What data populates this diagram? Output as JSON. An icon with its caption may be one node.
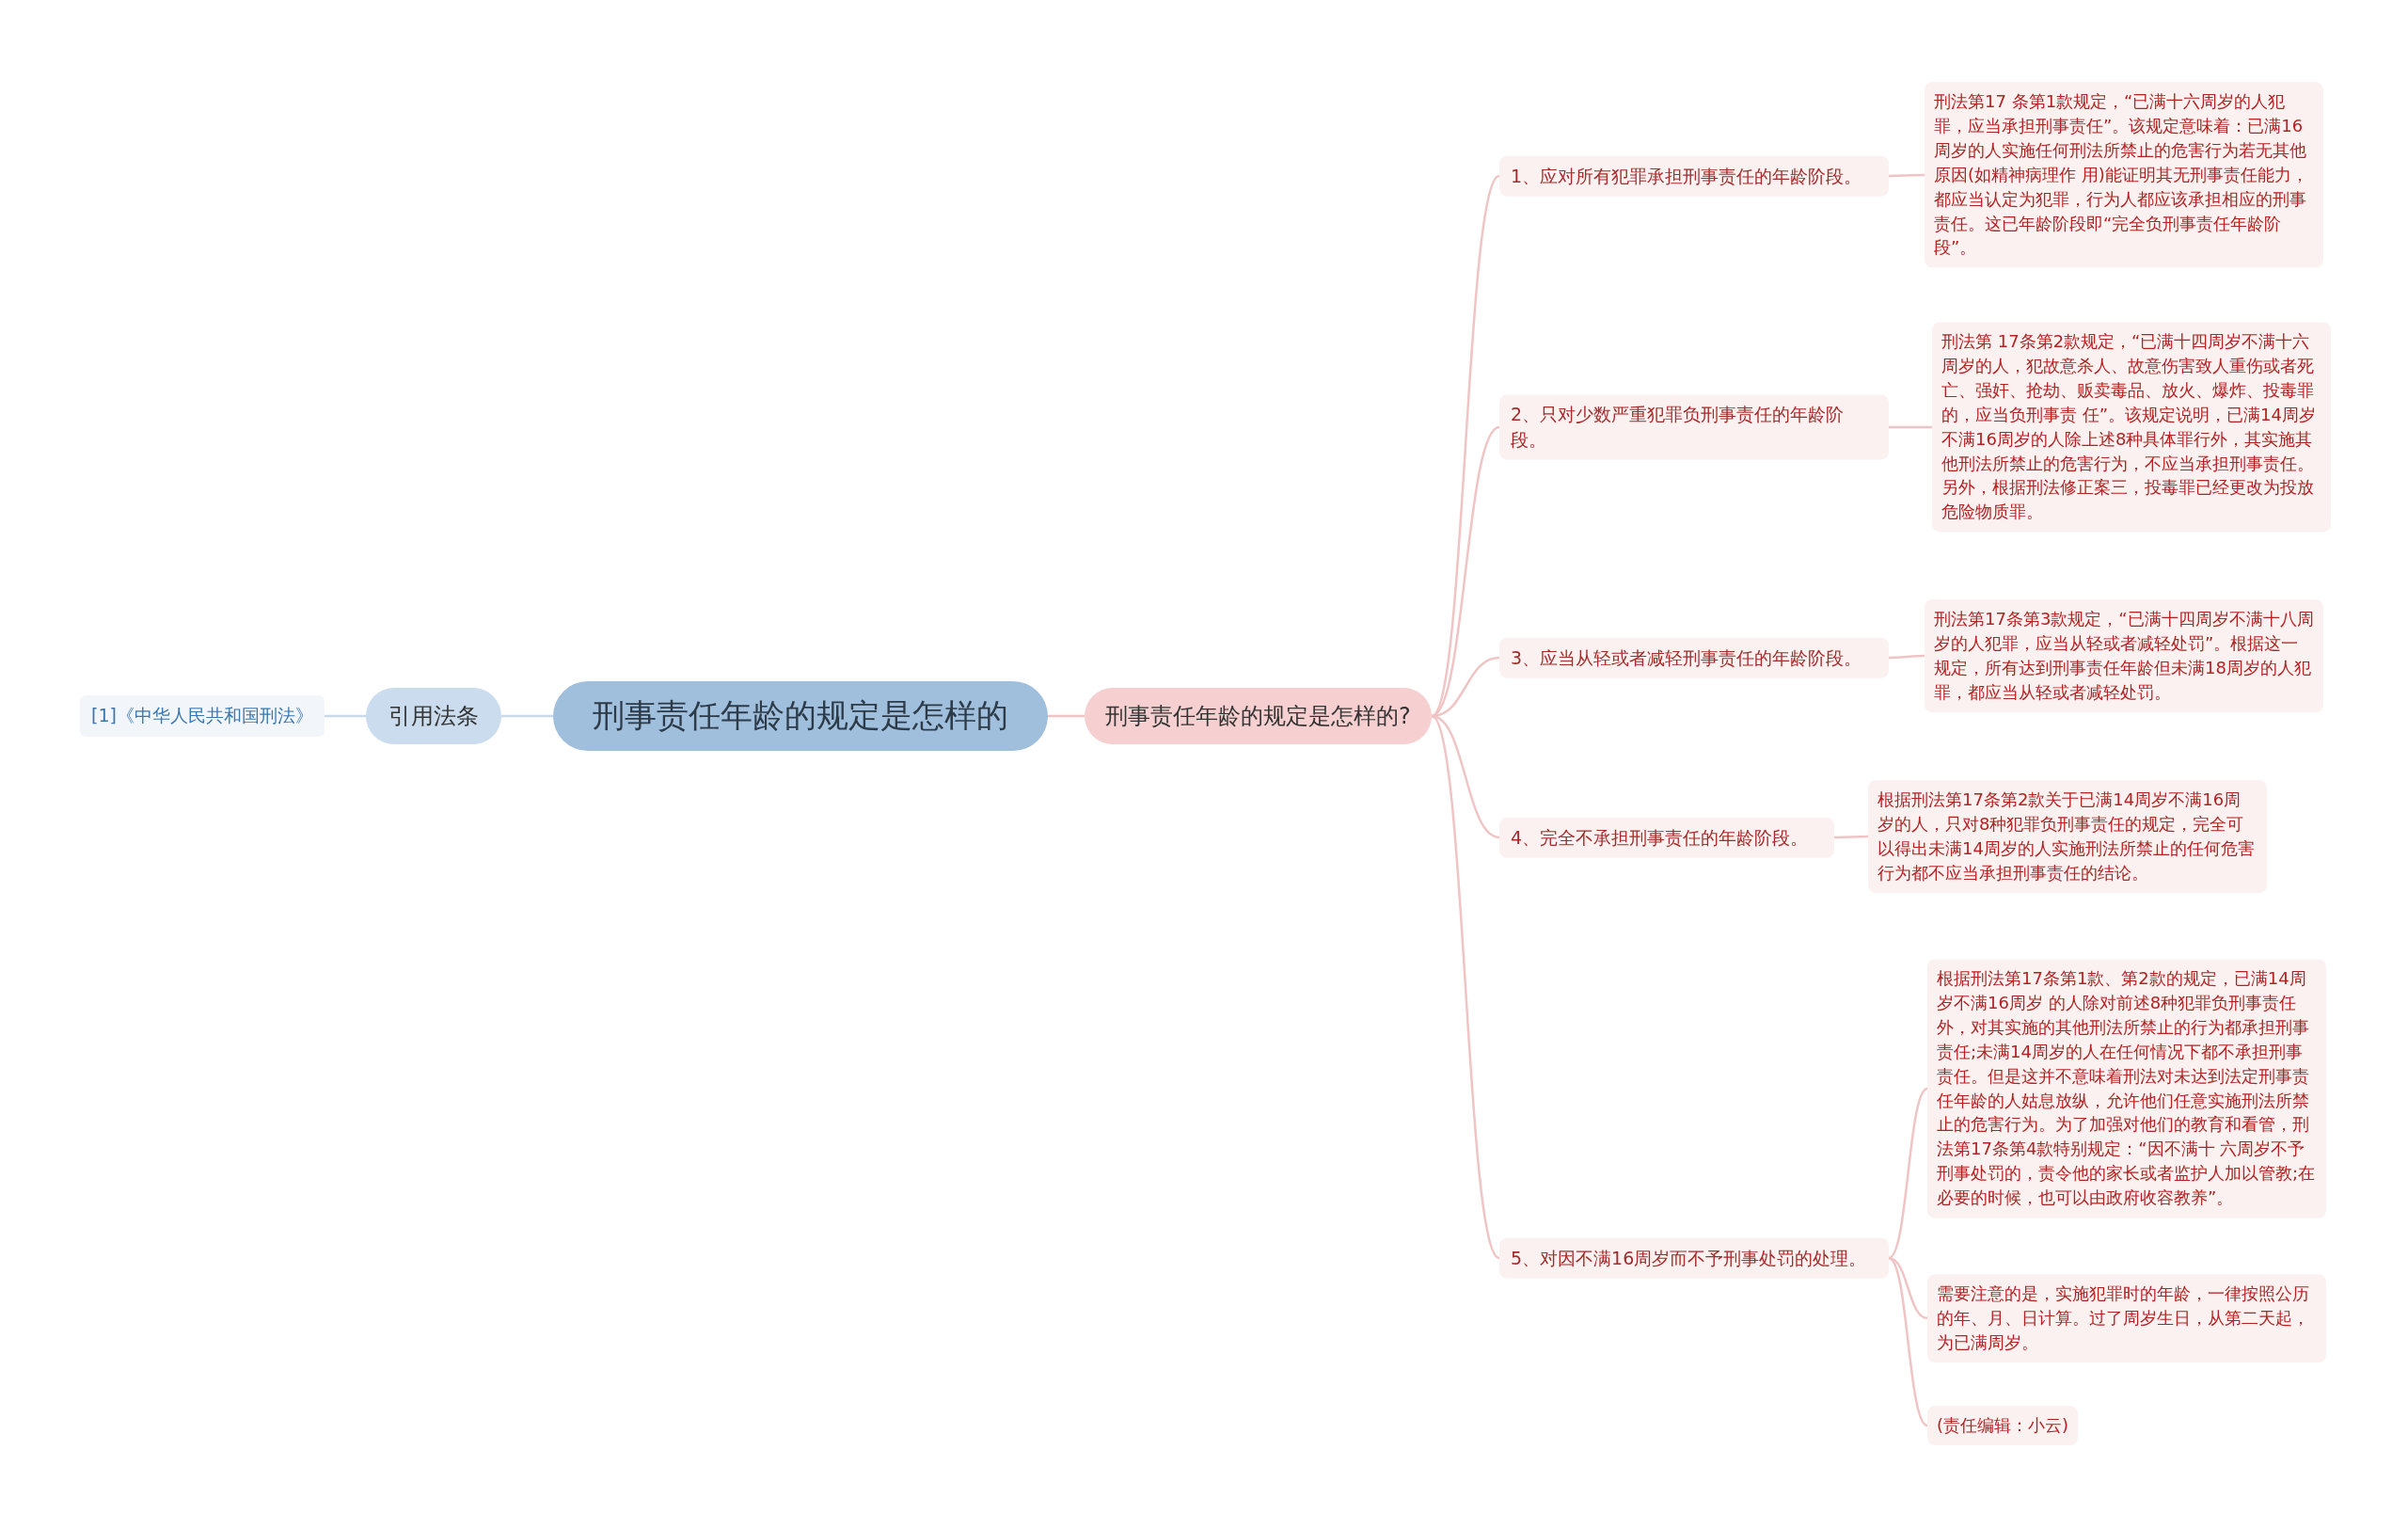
{
  "diagram": {
    "nodes": [
      {
        "text": [
          "刑事责任年龄的规定是怎样的"
        ]
      },
      {
        "text": [
          "刑事责任年龄的规定是怎样的?"
        ]
      },
      {
        "text": [
          "引用法条"
        ]
      },
      {
        "text": [
          "[1]《中华人民共和国刑法》"
        ]
      },
      {
        "text": [
          "1、应对所有犯罪承担刑事责任的年龄阶段。"
        ]
      },
      {
        "text": [
          "刑法第17 条第1款规定，“已满十六周岁的人犯罪，应当承担刑事责任”。该规定意味着：已满16周岁的人实施任何刑法所禁止的危害行为若无其他原因(如精神病理作 用)能证明其无刑事责任能力，都应当认定为犯罪，行为人都应该承担相应的刑事责任。这已年龄阶段即“完全负刑事责任年龄阶段”。"
        ]
      },
      {
        "text": [
          "2、只对少数严重犯罪负刑事责任的年龄阶段。"
        ]
      },
      {
        "text": [
          "刑法第 17条第2款规定，“已满十四周岁不满十六周岁的人，犯故意杀人、故意伤害致人重伤或者死亡、强奸、抢劫、贩卖毒品、放火、爆炸、投毒罪的，应当负刑事责 任”。该规定说明，已满14周岁不满16周岁的人除上述8种具体罪行外，其实施其他刑法所禁止的危害行为，不应当承担刑事责任。另外，根据刑法修正案三，投毒罪已经更改为投放危险物质罪。"
        ]
      },
      {
        "text": [
          "3、应当从轻或者减轻刑事责任的年龄阶段。"
        ]
      },
      {
        "text": [
          "刑法第17条第3款规定，“已满十四周岁不满十八周岁的人犯罪，应当从轻或者减轻处罚”。根据这一规定，所有达到刑事责任年龄但未满18周岁的人犯罪，都应当从轻或者减轻处罚。"
        ]
      },
      {
        "text": [
          "4、完全不承担刑事责任的年龄阶段。"
        ]
      },
      {
        "text": [
          "根据刑法第17条第2款关于已满14周岁不满16周岁的人，只对8种犯罪负刑事责任的规定，完全可以得出未满14周岁的人实施刑法所禁止的任何危害行为都不应当承担刑事责任的结论。"
        ]
      },
      {
        "text": [
          "5、对因不满16周岁而不予刑事处罚的处理。"
        ]
      },
      {
        "text": [
          "根据刑法第17条第1款、第2款的规定，已满14周岁不满16周岁 的人除对前述8种犯罪负刑事责任外，对其实施的其他刑法所禁止的行为都承担刑事责任;未满14周岁的人在任何情况下都不承担刑事责任。但是这并不意味着刑法对未达到法定刑事责任年龄的人姑息放纵，允许他们任意实施刑法所禁止的危害行为。为了加强对他们的教育和看管，刑法第17条第4款特别规定：“因不满十 六周岁不予刑事处罚的，责令他的家长或者监护人加以管教;在必要的时候，也可以由政府收容教养”。"
        ]
      },
      {
        "text": [
          "需要注意的是，实施犯罪时的年龄，一律按照公历的年、月、日计算。过了周岁生日，从第二天起，为已满周岁。"
        ]
      },
      {
        "text": [
          "(责任编辑：小云)"
        ]
      }
    ],
    "edges": [
      {
        "from": 0,
        "to": 1,
        "arrow": "none"
      },
      {
        "from": 0,
        "to": 2,
        "arrow": "none",
        "color": "#c9d9ea"
      },
      {
        "from": 2,
        "to": 3,
        "arrow": "none",
        "color": "#c9d9ea"
      },
      {
        "from": 1,
        "to": 4,
        "arrow": "none"
      },
      {
        "from": 1,
        "to": 6,
        "arrow": "none"
      },
      {
        "from": 1,
        "to": 8,
        "arrow": "none"
      },
      {
        "from": 1,
        "to": 10,
        "arrow": "none"
      },
      {
        "from": 1,
        "to": 12,
        "arrow": "none"
      },
      {
        "from": 4,
        "to": 5,
        "arrow": "none"
      },
      {
        "from": 6,
        "to": 7,
        "arrow": "none"
      },
      {
        "from": 8,
        "to": 9,
        "arrow": "none"
      },
      {
        "from": 10,
        "to": 11,
        "arrow": "none"
      },
      {
        "from": 12,
        "to": 13,
        "arrow": "none"
      },
      {
        "from": 12,
        "to": 14,
        "arrow": "none"
      },
      {
        "from": 12,
        "to": 15,
        "arrow": "none"
      }
    ]
  }
}
